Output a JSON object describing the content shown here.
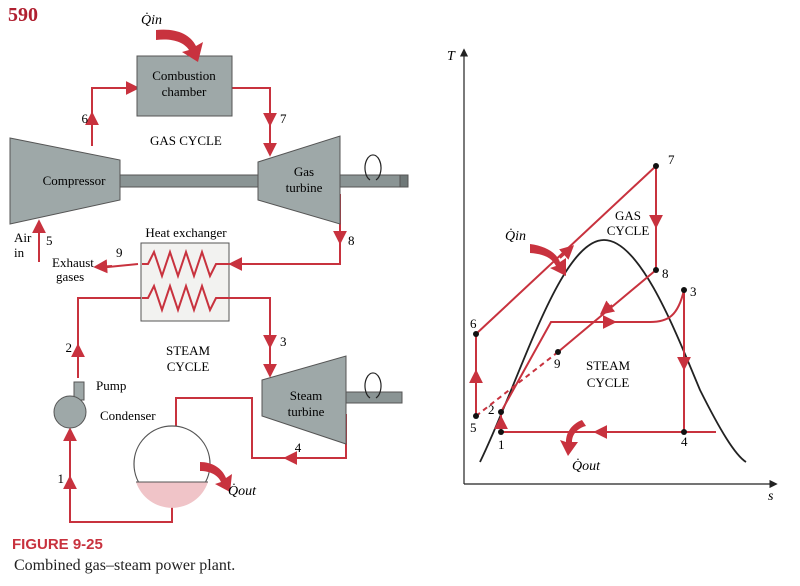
{
  "page_number": "590",
  "figure": {
    "label": "FIGURE 9-25",
    "caption": "Combined gas–steam power plant."
  },
  "colors": {
    "flow_red": "#c8323e",
    "equipment_fill": "#9ea8a8",
    "equipment_stroke": "#555555",
    "shaft": "#8a9494",
    "heat_exchanger_fill": "#f2f2f0",
    "water": "#f0c4c8",
    "text": "#111111"
  },
  "schematic": {
    "q_in_label": "Q̇in",
    "q_out_label": "Q̇out",
    "combustion_chamber": [
      "Combustion",
      "chamber"
    ],
    "compressor": "Compressor",
    "gas_turbine": [
      "Gas",
      "turbine"
    ],
    "gas_cycle": "GAS CYCLE",
    "heat_exchanger": "Heat exchanger",
    "exhaust_gases": [
      "Exhaust",
      "gases"
    ],
    "air_in": [
      "Air",
      "in"
    ],
    "steam_cycle": [
      "STEAM",
      "CYCLE"
    ],
    "pump": "Pump",
    "condenser": "Condenser",
    "steam_turbine": [
      "Steam",
      "turbine"
    ],
    "state_labels": [
      "1",
      "2",
      "3",
      "4",
      "5",
      "6",
      "7",
      "8",
      "9"
    ]
  },
  "ts_diagram": {
    "y_axis": "T",
    "x_axis": "s",
    "q_in_label": "Q̇in",
    "q_out_label": "Q̇out",
    "gas_cycle": [
      "GAS",
      "CYCLE"
    ],
    "steam_cycle": [
      "STEAM",
      "CYCLE"
    ],
    "state_labels": [
      "1",
      "2",
      "3",
      "4",
      "5",
      "6",
      "7",
      "8",
      "9"
    ]
  }
}
